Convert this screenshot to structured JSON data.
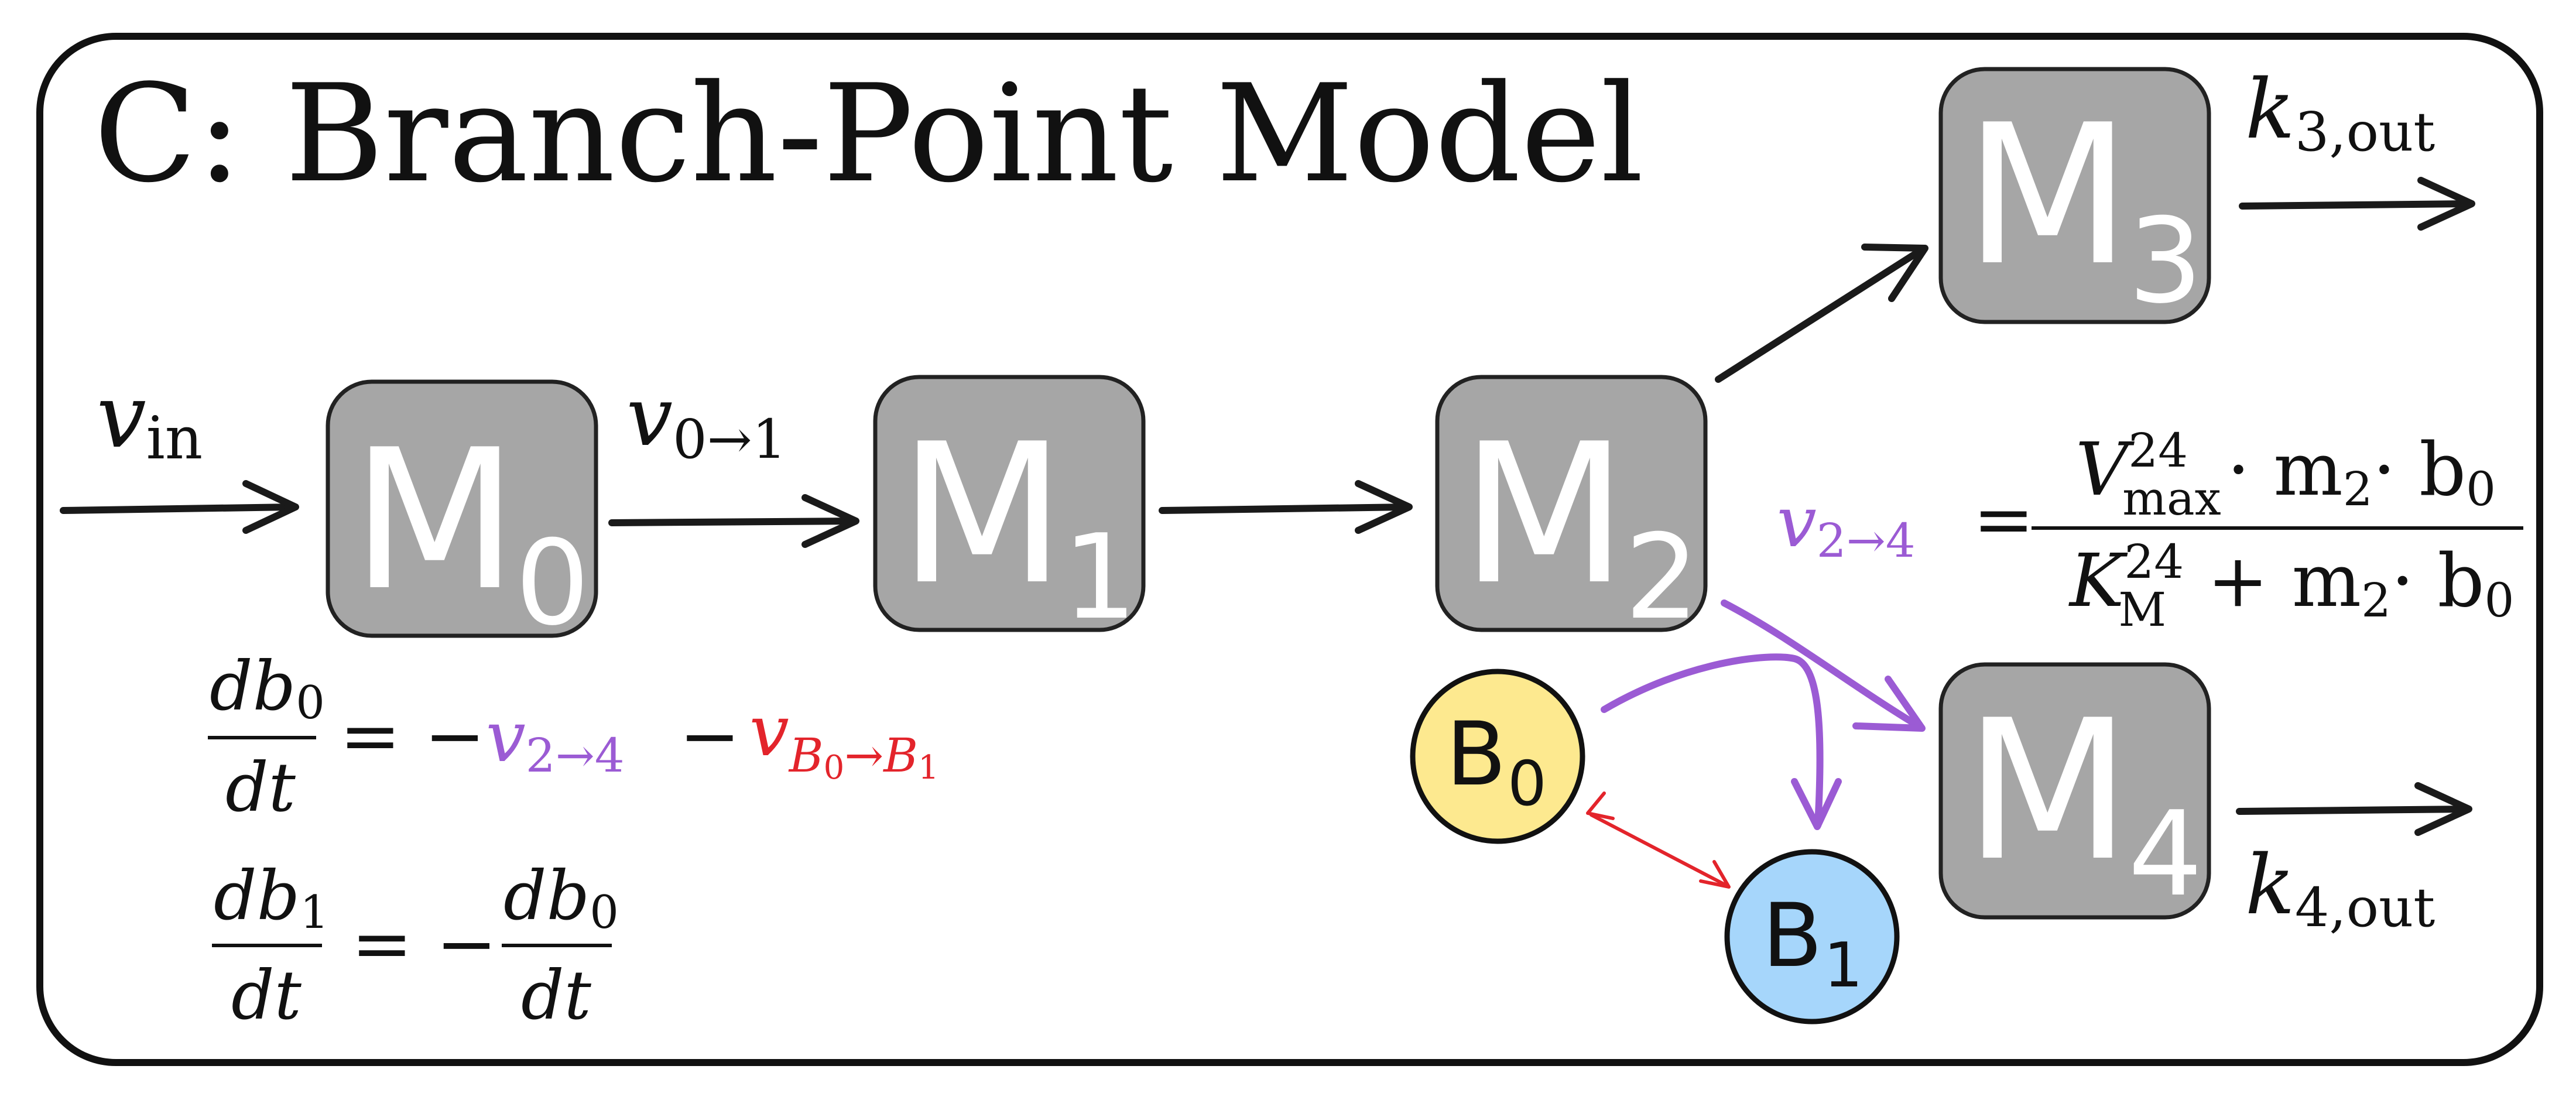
{
  "title": "C: Branch-Point Model",
  "colors": {
    "box_fill": "#a6a6a6",
    "box_stroke": "#222222",
    "box_text": "#ffffff",
    "arrow": "#1a1a1a",
    "b0_fill": "#fde98f",
    "b1_fill": "#a6d6fb",
    "purple": "#9b5bd4",
    "red": "#e3242b"
  },
  "nodes": {
    "m0": {
      "letter": "M",
      "sub": "0"
    },
    "m1": {
      "letter": "M",
      "sub": "1"
    },
    "m2": {
      "letter": "M",
      "sub": "2"
    },
    "m3": {
      "letter": "M",
      "sub": "3"
    },
    "m4": {
      "letter": "M",
      "sub": "4"
    },
    "b0": {
      "letter": "B",
      "sub": "0"
    },
    "b1": {
      "letter": "B",
      "sub": "1"
    }
  },
  "labels": {
    "v_in": {
      "base": "v",
      "sub": "in"
    },
    "v01": {
      "base": "v",
      "sub": "0→1"
    },
    "k3": {
      "base": "k",
      "sub": "3,out"
    },
    "k4": {
      "base": "k",
      "sub": "4,out"
    }
  },
  "rate_equation": {
    "lhs": {
      "base": "v",
      "sub": "2→4"
    },
    "eq": "=",
    "num": {
      "v": "V",
      "sup": "24",
      "sub": "max",
      "rest": "· m",
      "m_sub": "2",
      "dot_b": "· b",
      "b_sub": "0"
    },
    "den": {
      "k": "K",
      "sup": "24",
      "sub": "M",
      "rest": "+ m",
      "m_sub": "2",
      "dot_b": "· b",
      "b_sub": "0"
    }
  },
  "ode1": {
    "num": "db",
    "num_sub": "0",
    "den": "dt",
    "eq": "= −",
    "term1": {
      "base": "v",
      "sub": "2→4"
    },
    "minus": "−",
    "term2": {
      "base": "v",
      "sub1": "B",
      "sub1_sub": "0",
      "arrow": "→",
      "sub2": "B",
      "sub2_sub": "1"
    }
  },
  "ode2": {
    "num": "db",
    "num_sub": "1",
    "den": "dt",
    "eq": "= −",
    "rhs_num": "db",
    "rhs_num_sub": "0",
    "rhs_den": "dt"
  }
}
